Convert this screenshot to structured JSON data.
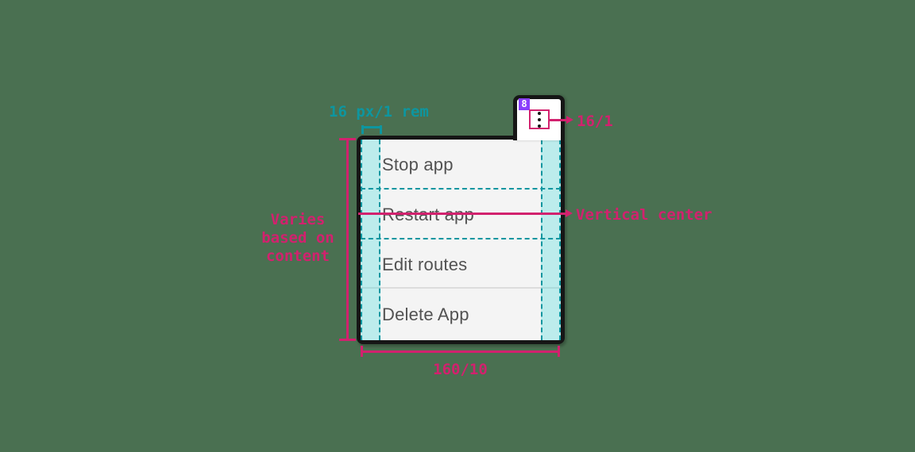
{
  "colors": {
    "background": "#4a7051",
    "annotation_pink": "#d2216e",
    "annotation_teal": "#0d96a0",
    "column_fill": "rgba(61,219,217,0.3)",
    "badge_purple": "#8a3ffc",
    "outline_black": "#161616",
    "menu_bg": "#f4f4f4",
    "trigger_bg": "#ffffff",
    "item_text": "#525252",
    "divider_gray": "#dcdcdc"
  },
  "menu": {
    "trigger_icon": "overflow-menu-vertical-kebab",
    "items": [
      {
        "label": "Stop app"
      },
      {
        "label": "Restart app"
      },
      {
        "label": "Edit routes"
      },
      {
        "label": "Delete App"
      }
    ]
  },
  "annotations": {
    "badge_number": "8",
    "icon_size": "16/1",
    "padding": "16 px/1 rem",
    "height_note_lines": [
      "Varies",
      "based on",
      "content"
    ],
    "vertical_center": "Vertical center",
    "menu_width": "160/10"
  }
}
